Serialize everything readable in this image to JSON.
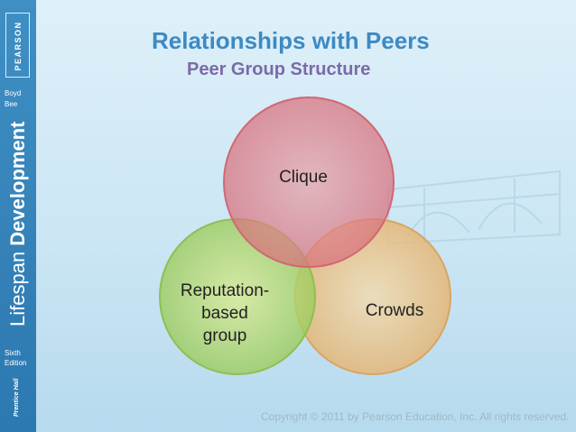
{
  "sidebar": {
    "publisher_logo": "PEARSON",
    "authors": [
      "Boyd",
      "Bee"
    ],
    "book_title_part1": "Lifespan ",
    "book_title_part2": "Development",
    "edition": [
      "Sixth",
      "Edition"
    ],
    "imprint": "Prentice Hall"
  },
  "slide": {
    "title": "Relationships with Peers",
    "subtitle": "Peer Group Structure"
  },
  "venn": {
    "circles": [
      {
        "label": "Clique",
        "color": "#e8828f"
      },
      {
        "label": "Reputation-\nbased\ngroup",
        "color": "#a9d36e"
      },
      {
        "label": "Crowds",
        "color": "#f0c28a"
      }
    ]
  },
  "footer": {
    "copyright": "Copyright © 2011 by Pearson Education, Inc. All rights reserved."
  },
  "colors": {
    "title": "#3d8ac3",
    "subtitle": "#7c6aa8",
    "sidebar": "#2c78b0"
  }
}
